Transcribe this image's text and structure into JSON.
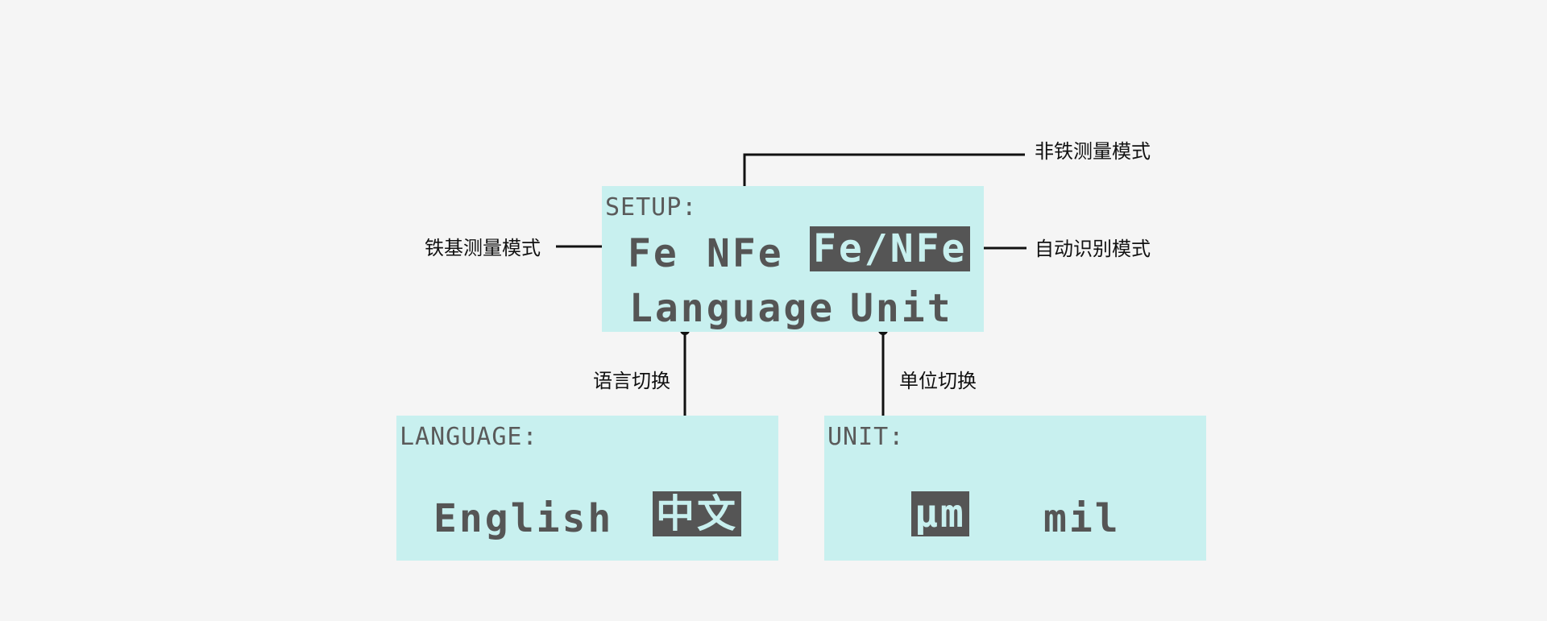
{
  "setup_panel": {
    "title": "SETUP:",
    "options": [
      "Fe",
      "NFe",
      "Fe/NFe"
    ],
    "selected_option": "Fe/NFe",
    "submenu_items": [
      "Language",
      "Unit"
    ]
  },
  "language_panel": {
    "title": "LANGUAGE:",
    "options": [
      "English",
      "中文"
    ],
    "selected_option": "中文"
  },
  "unit_panel": {
    "title": "UNIT:",
    "options": [
      "μm",
      "mil"
    ],
    "selected_option": "μm"
  },
  "callouts": {
    "fe_mode": "铁基测量模式",
    "nfe_mode": "非铁测量模式",
    "auto_mode": "自动识别模式",
    "language_switch": "语言切换",
    "unit_switch": "单位切换"
  },
  "colors": {
    "background": "#f5f5f5",
    "lcd_background": "#c8f0ef",
    "lcd_text": "#555555",
    "connector": "#111111"
  }
}
